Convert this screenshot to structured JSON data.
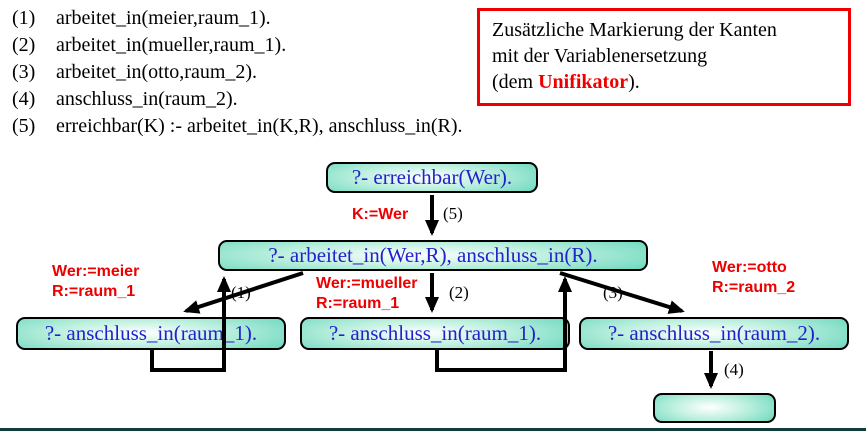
{
  "clauses": [
    {
      "num": "(1)",
      "text": "arbeitet_in(meier,raum_1)."
    },
    {
      "num": "(2)",
      "text": "arbeitet_in(mueller,raum_1)."
    },
    {
      "num": "(3)",
      "text": "arbeitet_in(otto,raum_2)."
    },
    {
      "num": "(4)",
      "text": "anschluss_in(raum_2)."
    },
    {
      "num": "(5)",
      "text": "erreichbar(K) :- arbeitet_in(K,R), anschluss_in(R)."
    }
  ],
  "note_box": {
    "line1": "Zusätzliche Markierung der Kanten",
    "line2": "mit der Variablenersetzung",
    "line3_prefix": "(dem ",
    "line3_highlight": "Unifikator",
    "line3_suffix": ")."
  },
  "tree": {
    "root": "?- erreichbar(Wer).",
    "level2": "?- arbeitet_in(Wer,R), anschluss_in(R).",
    "children": [
      {
        "label": "?- anschluss_in(raum_1)."
      },
      {
        "label": "?- anschluss_in(raum_1)."
      },
      {
        "label": "?- anschluss_in(raum_2)."
      }
    ],
    "empty_clause": "",
    "edges": {
      "e5": {
        "subst": "K:=Wer",
        "num": "(5)"
      },
      "e1": {
        "subst_l1": "Wer:=meier",
        "subst_l2": "R:=raum_1",
        "num": "(1)"
      },
      "e2": {
        "subst_l1": "Wer:=mueller",
        "subst_l2": "R:=raum_1",
        "num": "(2)"
      },
      "e3": {
        "subst_l1": "Wer:=otto",
        "subst_l2": "R:=raum_2",
        "num": "(3)"
      },
      "e4": {
        "num": "(4)"
      }
    }
  },
  "colors": {
    "accent_red": "#ee0000",
    "node_text_blue": "#2222cc",
    "node_fill_teal": "#3fc6aa",
    "bottom_rule": "#103c3c"
  }
}
